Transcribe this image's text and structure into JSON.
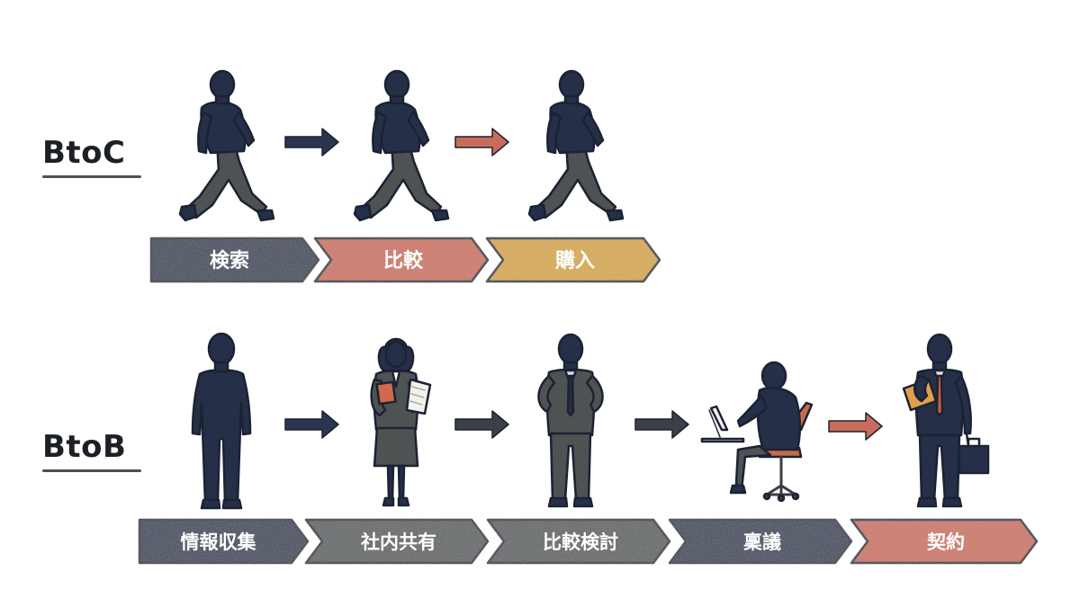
{
  "palette": {
    "navy": "#2c3550",
    "gray": "#575a5c",
    "terracotta": "#c86d5b",
    "mustard": "#d2a33c",
    "figure_dark": "#262f48",
    "figure_gray": "#4f5253",
    "outline": "#1b2233",
    "chair": "#c56c4d",
    "clipboard": "#e0a049",
    "folder": "#d2684f",
    "tie": "#c5603f"
  },
  "rows": [
    {
      "label": "BtoC",
      "steps": [
        {
          "label": "検索",
          "color": "navy"
        },
        {
          "label": "比較",
          "color": "terracotta"
        },
        {
          "label": "購入",
          "color": "mustard"
        }
      ],
      "figures": [
        "walking-person",
        "walking-person",
        "walking-person"
      ],
      "arrows": [
        "navy",
        "terracotta"
      ]
    },
    {
      "label": "BtoB",
      "steps": [
        {
          "label": "情報収集",
          "color": "navy"
        },
        {
          "label": "社内共有",
          "color": "gray"
        },
        {
          "label": "比較検討",
          "color": "gray"
        },
        {
          "label": "稟議",
          "color": "navy"
        },
        {
          "label": "契約",
          "color": "terracotta"
        }
      ],
      "figures": [
        "standing-person",
        "woman-with-documents",
        "businessman-in-suit",
        "person-at-laptop",
        "businessman-with-clipboard-and-briefcase"
      ],
      "arrows": [
        "navy",
        "gray",
        "gray",
        "terracotta"
      ]
    }
  ]
}
